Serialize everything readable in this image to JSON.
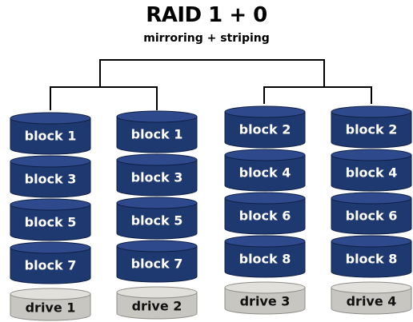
{
  "diagram": {
    "title": "RAID 1 + 0",
    "subtitle": "mirroring + striping",
    "colors": {
      "block": "#1e3870",
      "block_edge": "#0f1f45",
      "block_top": "#2e4a8c",
      "drive": "#c8c6c0",
      "drive_edge": "#8e8c86",
      "drive_top": "#e2e0da",
      "connector": "#000000"
    },
    "drives": [
      {
        "label": "drive 1",
        "blocks": [
          "block 1",
          "block 3",
          "block 5",
          "block 7"
        ]
      },
      {
        "label": "drive 2",
        "blocks": [
          "block 1",
          "block 3",
          "block 5",
          "block 7"
        ]
      },
      {
        "label": "drive 3",
        "blocks": [
          "block 2",
          "block 4",
          "block 6",
          "block 8"
        ]
      },
      {
        "label": "drive 4",
        "blocks": [
          "block 2",
          "block 4",
          "block 6",
          "block 8"
        ]
      }
    ]
  }
}
